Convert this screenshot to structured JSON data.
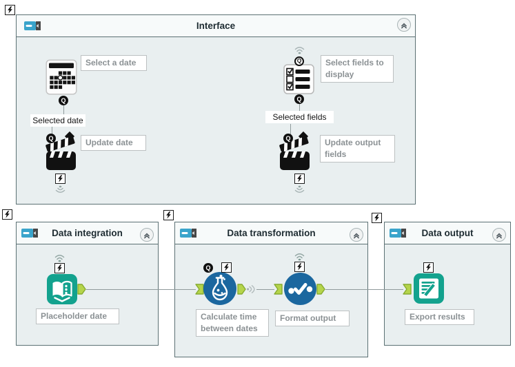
{
  "containers": {
    "interface": {
      "title": "Interface"
    },
    "data_integration": {
      "title": "Data integration"
    },
    "data_transformation": {
      "title": "Data transformation"
    },
    "data_output": {
      "title": "Data output"
    }
  },
  "annotations": {
    "select_date": "Select a date",
    "select_fields": "Select fields to display",
    "update_date": "Update date",
    "update_fields": "Update output fields",
    "placeholder_date": "Placeholder date",
    "calc_time": "Calculate time between dates",
    "format_output": "Format output",
    "export_results": "Export results"
  },
  "connection_labels": {
    "selected_date": "Selected date",
    "selected_fields": "Selected fields"
  },
  "anchor": {
    "q": "Q"
  },
  "colors": {
    "container_border": "#5b7073",
    "container_header_bg": "#f7fafa",
    "container_body_bg": "#e9eff0",
    "tool_teal": "#13a28e",
    "tool_blue": "#1b679f",
    "anchor_green": "#b5d44b",
    "anchor_green_border": "#86ab2f",
    "annotation_text": "#8b9194",
    "connection_gray": "#8f9a9b",
    "toggle_blue": "#3aa4cb"
  }
}
